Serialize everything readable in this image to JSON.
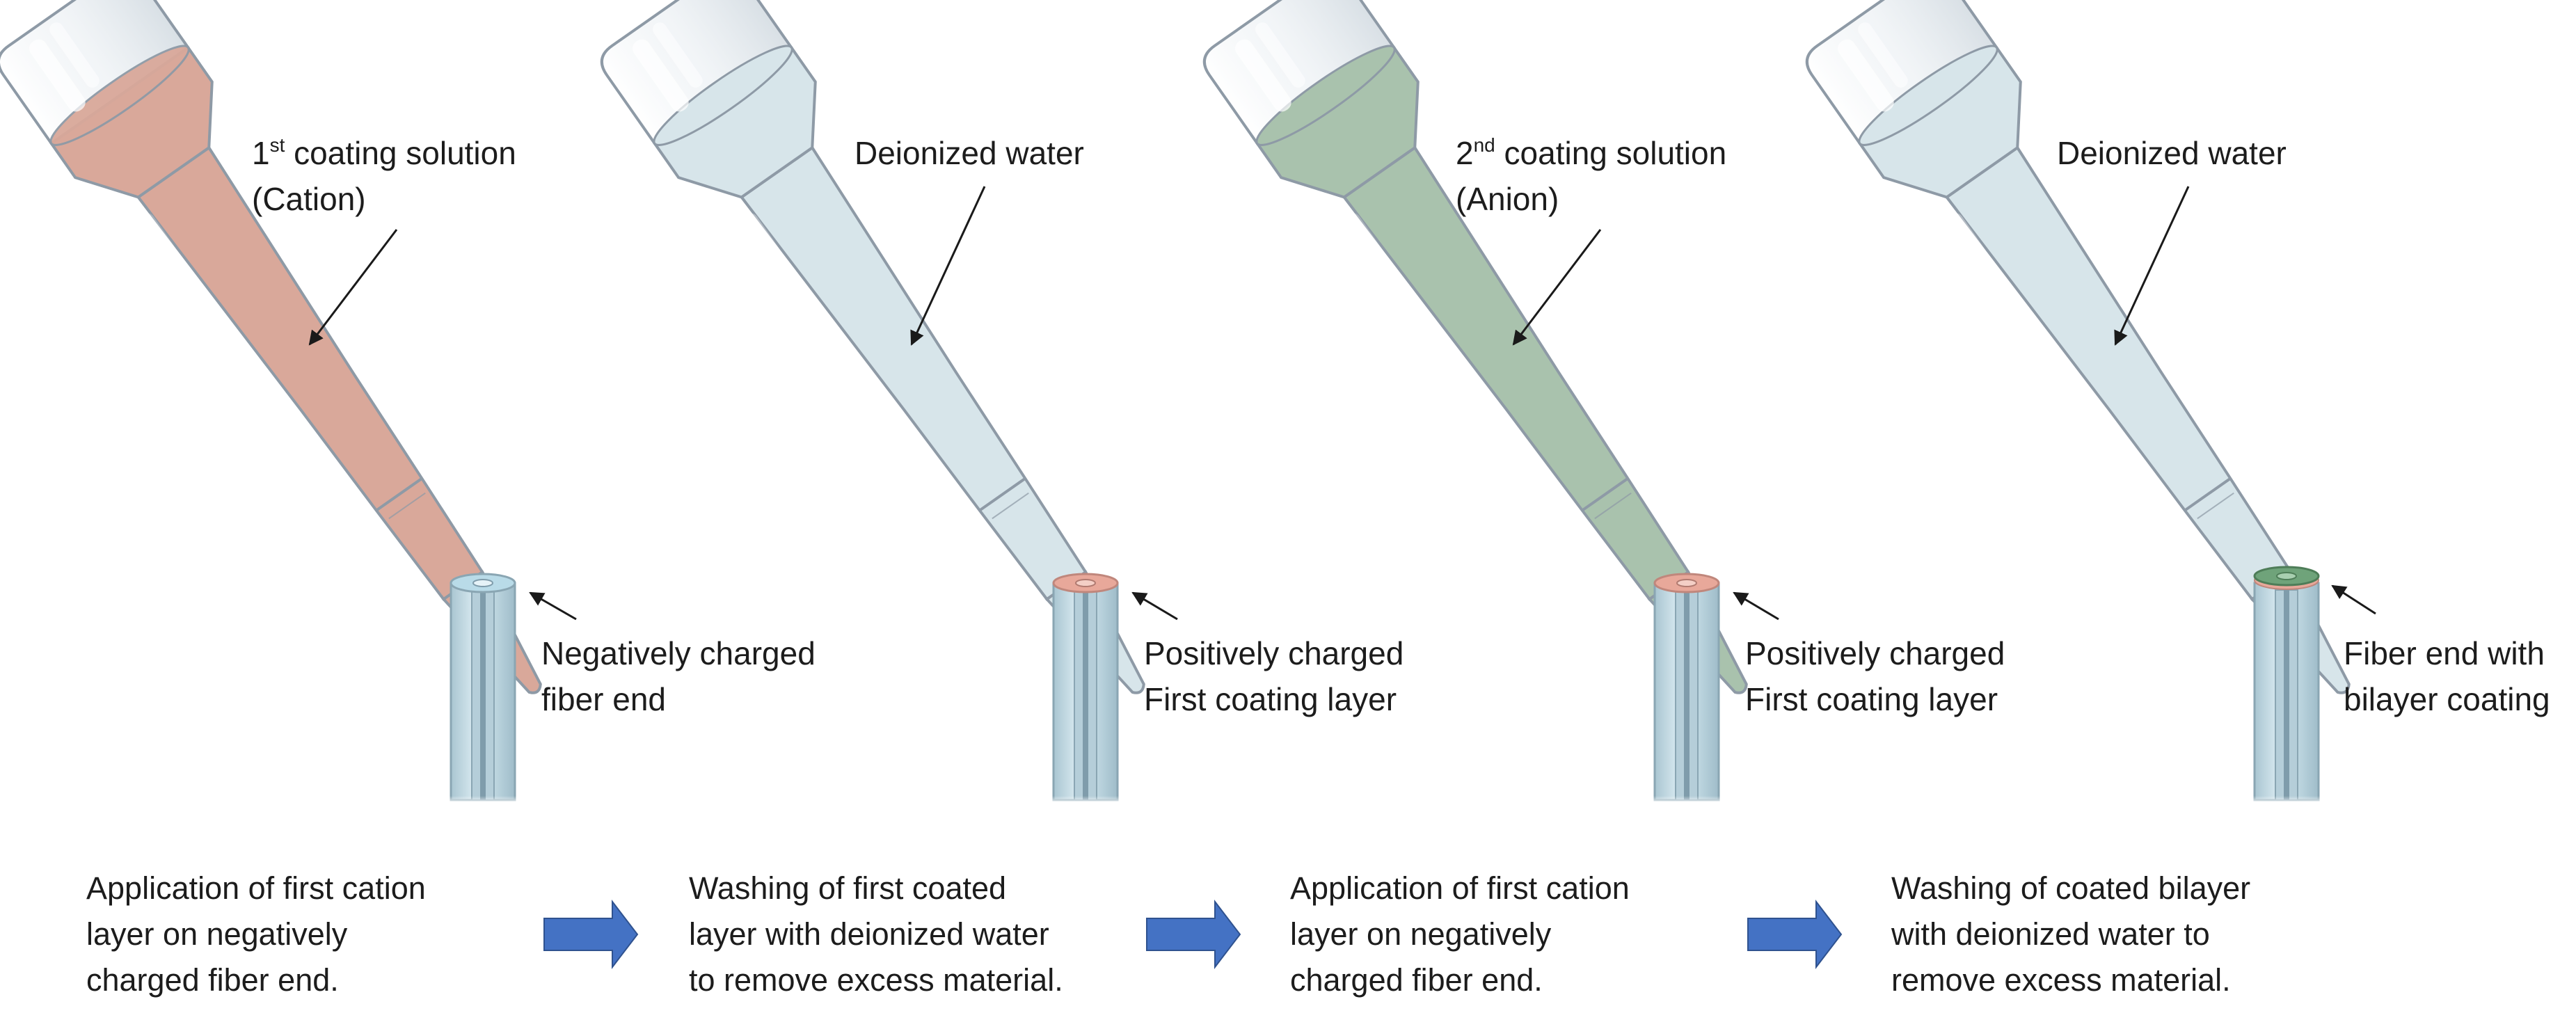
{
  "steps": [
    {
      "solution": {
        "prefix": "1",
        "superscript": "st",
        "label": " coating solution",
        "line2": "(Cation)"
      },
      "liquid_color": "#d9a89a",
      "fiber_label": [
        "Negatively charged",
        "fiber end"
      ],
      "fiber_cap_color": "#b9dbe8",
      "caption": [
        "Application of first cation",
        "layer on negatively",
        "charged fiber end."
      ]
    },
    {
      "solution": {
        "prefix": "",
        "superscript": "",
        "label": "Deionized water",
        "line2": ""
      },
      "liquid_color": "#d7e5ea",
      "fiber_label": [
        "Positively charged",
        "First coating layer"
      ],
      "fiber_cap_color": "#e8a89a",
      "caption": [
        "Washing of first coated",
        "layer with deionized water",
        "to remove excess material."
      ]
    },
    {
      "solution": {
        "prefix": "2",
        "superscript": "nd",
        "label": " coating solution",
        "line2": "(Anion)"
      },
      "liquid_color": "#a9c2ad",
      "fiber_label": [
        "Positively charged",
        "First coating layer"
      ],
      "fiber_cap_color": "#e8a89a",
      "caption": [
        "Application of first cation",
        "layer on negatively",
        "charged fiber end."
      ]
    },
    {
      "solution": {
        "prefix": "",
        "superscript": "",
        "label": "Deionized water",
        "line2": ""
      },
      "liquid_color": "#d7e5ea",
      "fiber_label": [
        "Fiber end with",
        "bilayer coating"
      ],
      "fiber_cap_color": "#6fa37a",
      "caption": [
        "Washing of coated bilayer",
        "with deionized water to",
        "remove excess material."
      ]
    }
  ],
  "colors": {
    "arrow": "#4472c4",
    "tube_outline": "#8e9aa6",
    "fiber_body": "#c6dde6"
  },
  "icons": {
    "process_arrow": "right-arrow-icon",
    "pointer": "leader-arrow-icon"
  }
}
